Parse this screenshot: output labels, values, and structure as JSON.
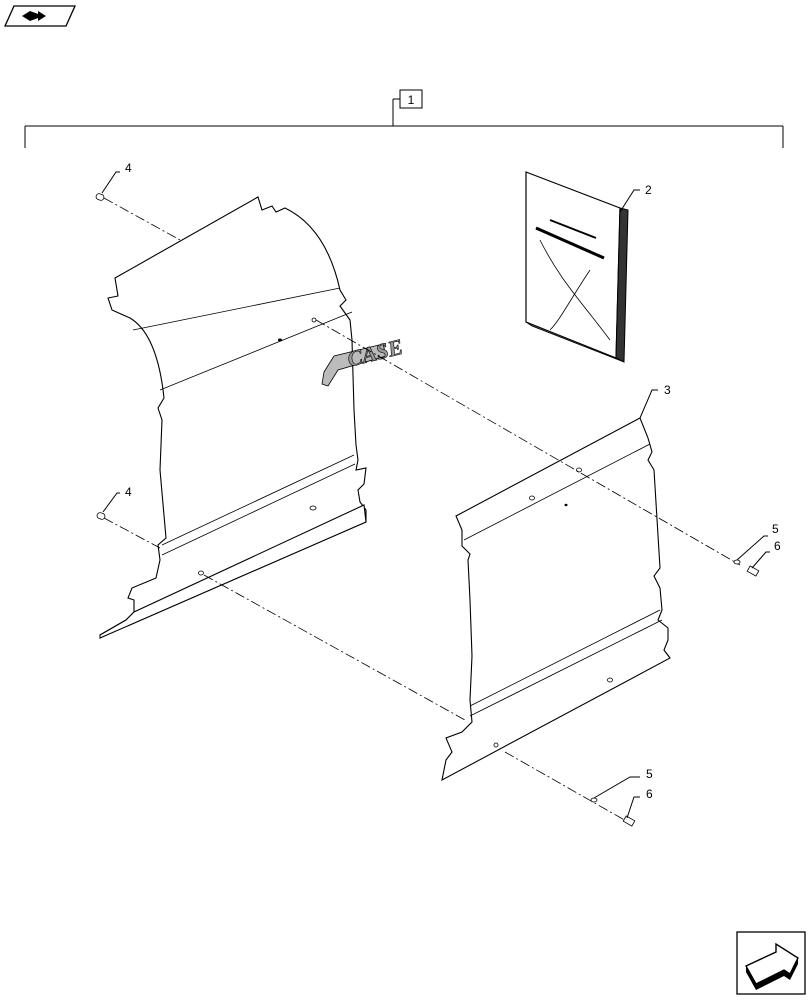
{
  "callouts": {
    "assembly": "1",
    "manual": "2",
    "plate_right": "3",
    "pin_top": "4",
    "pin_bottom": "4",
    "washer_upper": "5",
    "bolt_upper": "6",
    "washer_lower": "5",
    "bolt_lower": "6"
  },
  "emblem_text": "CASE",
  "icons": {
    "top_left": "book-arrow-icon",
    "bottom_right": "next-arrow-icon"
  }
}
